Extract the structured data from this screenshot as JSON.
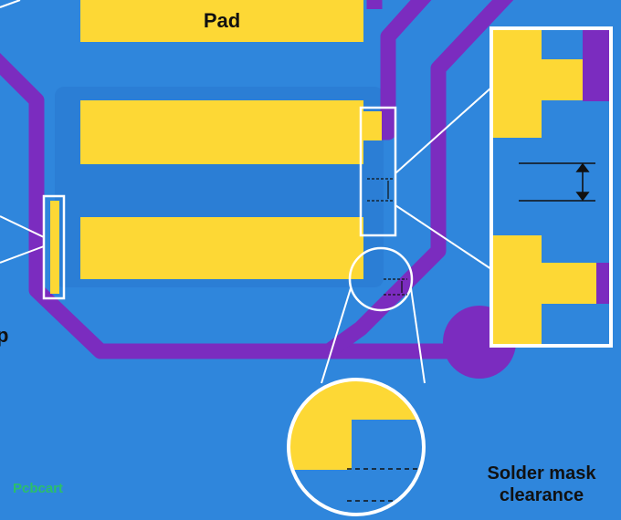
{
  "labels": {
    "pad": "Pad",
    "solder_mask_clearance_line1": "Solder mask",
    "solder_mask_clearance_line2": "clearance",
    "edge_fragment": "p"
  },
  "watermark": "Pcbcart",
  "colors": {
    "board": "#2f86dc",
    "board_shadow": "#2676c8",
    "pad": "#fdd835",
    "trace": "#7b2cbf",
    "outline": "#ffffff",
    "arrow": "#111111"
  }
}
